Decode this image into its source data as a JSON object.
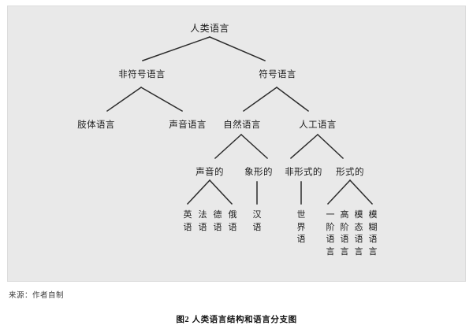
{
  "figure": {
    "caption": "图2  人类语言结构和语言分支图",
    "source_note": "来源：作者自制",
    "panel_background": "#e9e9e9",
    "line_color": "#2b2b2b"
  },
  "tree": {
    "root": {
      "label": "人类语言"
    },
    "level1": [
      {
        "label": "非符号语言"
      },
      {
        "label": "符号语言"
      }
    ],
    "level2": [
      {
        "label": "肢体语言"
      },
      {
        "label": "声音语言"
      },
      {
        "label": "自然语言"
      },
      {
        "label": "人工语言"
      }
    ],
    "level3": [
      {
        "label": "声音的"
      },
      {
        "label": "象形的"
      },
      {
        "label": "非形式的"
      },
      {
        "label": "形式的"
      }
    ],
    "leaves": [
      {
        "label": "英语",
        "chars": [
          "英",
          "语"
        ]
      },
      {
        "label": "法语",
        "chars": [
          "法",
          "语"
        ]
      },
      {
        "label": "德语",
        "chars": [
          "德",
          "语"
        ]
      },
      {
        "label": "俄语",
        "chars": [
          "俄",
          "语"
        ]
      },
      {
        "label": "汉语",
        "chars": [
          "汉",
          "语"
        ]
      },
      {
        "label": "世界语",
        "chars": [
          "世",
          "界",
          "语"
        ]
      },
      {
        "label": "一阶语言",
        "chars": [
          "一",
          "阶",
          "语",
          "言"
        ]
      },
      {
        "label": "高阶语言",
        "chars": [
          "高",
          "阶",
          "语",
          "言"
        ]
      },
      {
        "label": "模态语言",
        "chars": [
          "模",
          "态",
          "语",
          "言"
        ]
      },
      {
        "label": "模糊语言",
        "chars": [
          "模",
          "糊",
          "语",
          "言"
        ]
      }
    ]
  },
  "chart_data": {
    "type": "diagram",
    "title": "图2  人类语言结构和语言分支图",
    "structure": "tree",
    "nodes": [
      {
        "id": "n0",
        "label": "人类语言",
        "depth": 0,
        "parent": null
      },
      {
        "id": "n1",
        "label": "非符号语言",
        "depth": 1,
        "parent": "n0"
      },
      {
        "id": "n2",
        "label": "符号语言",
        "depth": 1,
        "parent": "n0"
      },
      {
        "id": "n3",
        "label": "肢体语言",
        "depth": 2,
        "parent": "n1"
      },
      {
        "id": "n4",
        "label": "声音语言",
        "depth": 2,
        "parent": "n1"
      },
      {
        "id": "n5",
        "label": "自然语言",
        "depth": 2,
        "parent": "n2"
      },
      {
        "id": "n6",
        "label": "人工语言",
        "depth": 2,
        "parent": "n2"
      },
      {
        "id": "n7",
        "label": "声音的",
        "depth": 3,
        "parent": "n5"
      },
      {
        "id": "n8",
        "label": "象形的",
        "depth": 3,
        "parent": "n5"
      },
      {
        "id": "n9",
        "label": "非形式的",
        "depth": 3,
        "parent": "n6"
      },
      {
        "id": "n10",
        "label": "形式的",
        "depth": 3,
        "parent": "n6"
      },
      {
        "id": "n11",
        "label": "英语",
        "depth": 4,
        "parent": "n7"
      },
      {
        "id": "n12",
        "label": "法语",
        "depth": 4,
        "parent": "n7"
      },
      {
        "id": "n13",
        "label": "德语",
        "depth": 4,
        "parent": "n7"
      },
      {
        "id": "n14",
        "label": "俄语",
        "depth": 4,
        "parent": "n7"
      },
      {
        "id": "n15",
        "label": "汉语",
        "depth": 4,
        "parent": "n8"
      },
      {
        "id": "n16",
        "label": "世界语",
        "depth": 4,
        "parent": "n9"
      },
      {
        "id": "n17",
        "label": "一阶语言",
        "depth": 4,
        "parent": "n10"
      },
      {
        "id": "n18",
        "label": "高阶语言",
        "depth": 4,
        "parent": "n10"
      },
      {
        "id": "n19",
        "label": "模态语言",
        "depth": 4,
        "parent": "n10"
      },
      {
        "id": "n20",
        "label": "模糊语言",
        "depth": 4,
        "parent": "n10"
      }
    ]
  }
}
